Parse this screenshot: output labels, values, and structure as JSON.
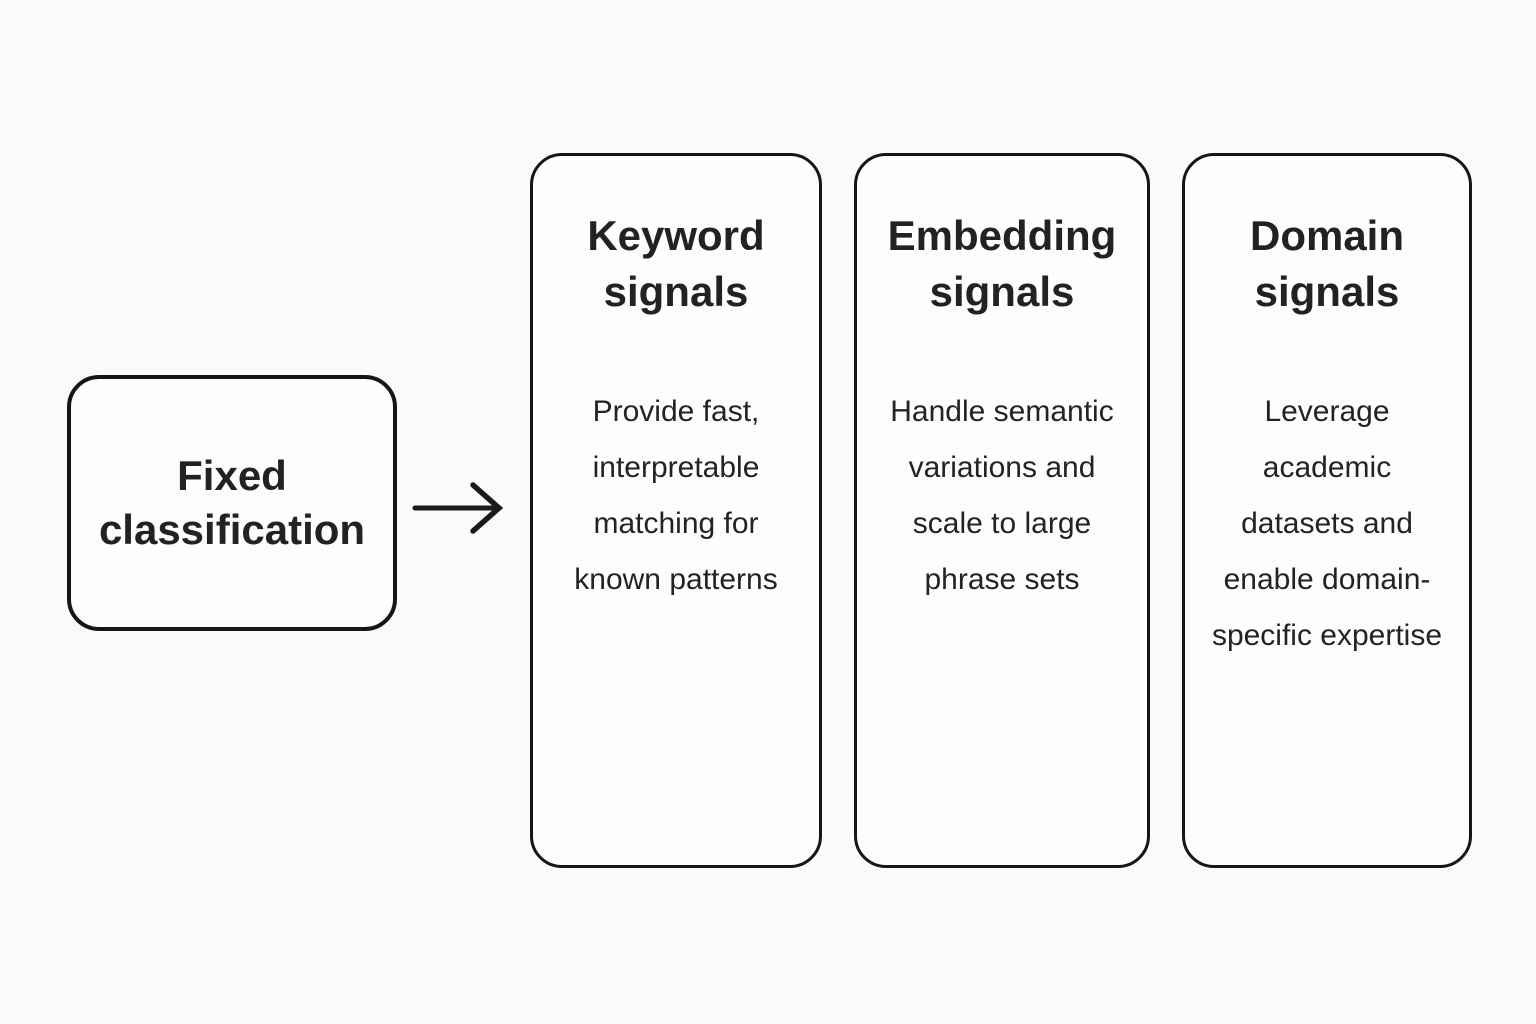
{
  "diagram": {
    "source": {
      "label": "Fixed classification"
    },
    "arrow": {
      "direction": "right"
    },
    "cards": [
      {
        "title": "Keyword signals",
        "body": "Provide fast, interpretable matching for known patterns"
      },
      {
        "title": "Embedding signals",
        "body": "Handle semantic variations and scale to large phrase sets"
      },
      {
        "title": "Domain signals",
        "body": "Leverage academic datasets and enable domain-specific expertise"
      }
    ],
    "colors": {
      "background": "#fafafa",
      "card_fill": "#fdfdfd",
      "border": "#161616",
      "text": "#222222"
    }
  }
}
